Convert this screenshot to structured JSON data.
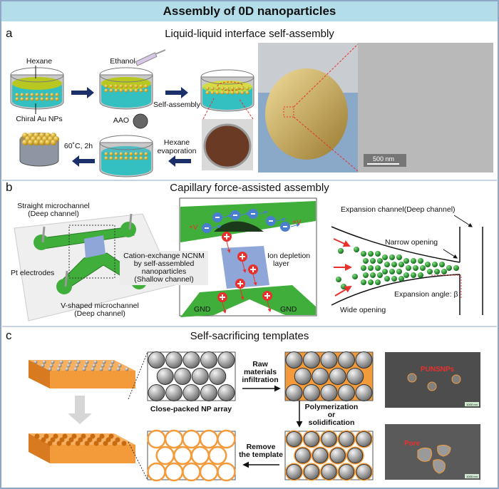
{
  "title": "Assembly of 0D nanoparticles",
  "colors": {
    "header": "#b3dde9",
    "border": "#8fa6c4",
    "arrow": "#1b2f6b",
    "green": "#3fae3a",
    "orange": "#f39a3a",
    "red": "#e8302c"
  },
  "panel_a": {
    "letter": "a",
    "subtitle": "Liquid-liquid interface self-assembly",
    "labels": {
      "hexane": "Hexane",
      "chiral": "Chiral Au NPs",
      "ethanol": "Ethanol",
      "self_assembly": "Self-assembly",
      "aao": "AAO",
      "hexane_evap_1": "Hexane",
      "hexane_evap_2": "evaporation",
      "condition": "60˚C, 2h",
      "scale": "500 nm"
    }
  },
  "panel_b": {
    "letter": "b",
    "subtitle": "Capillary force-assisted assembly",
    "labels": {
      "straight_1": "Straight microchannel",
      "straight_2": "(Deep channel)",
      "pt": "Pt electrodes",
      "vshaped_1": "V-shaped microchannel",
      "vshaped_2": "(Deep channel)",
      "ncnm_1": "Cation-exchange NCNM",
      "ncnm_2": "by self-assembled",
      "ncnm_3": "nanoparticles",
      "ncnm_4": "(Shallow channel)",
      "plus_v": "+V",
      "ion_1": "Ion depletion",
      "ion_2": "layer",
      "gnd": "GND",
      "expansion": "Expansion channel(Deep channel)",
      "narrow": "Narrow opening",
      "angle": "Expansion angle: β",
      "wide": "Wide opening"
    }
  },
  "panel_c": {
    "letter": "c",
    "subtitle": "Self-sacrificing templates",
    "labels": {
      "close_packed": "Close-packed NP array",
      "raw_1": "Raw",
      "raw_2": "materials",
      "raw_3": "infiltration",
      "poly_1": "Polymerization",
      "poly_2": "or",
      "poly_3": "solidification",
      "remove_1": "Remove",
      "remove_2": "the template",
      "punsnps": "PUNSNPs",
      "pore": "Pore",
      "scale": "1000 nm"
    }
  }
}
